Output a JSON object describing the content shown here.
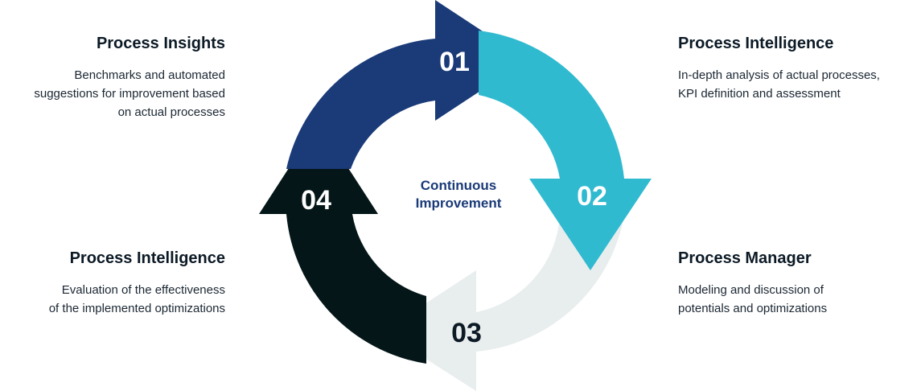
{
  "center": {
    "line1": "Continuous",
    "line2": "Improvement"
  },
  "steps": [
    {
      "number": "01",
      "color": "#1a3a78"
    },
    {
      "number": "02",
      "color": "#30bad0"
    },
    {
      "number": "03",
      "color": "#e8edee"
    },
    {
      "number": "04",
      "color": "#041618"
    }
  ],
  "number_colors": {
    "light": "#ffffff",
    "dark": "#0c1a26"
  },
  "center_text_color": "#1a3a78",
  "blocks": {
    "top_left": {
      "title": "Process Insights",
      "lines": [
        "Benchmarks and automated",
        "suggestions for improvement based",
        "on actual processes"
      ]
    },
    "top_right": {
      "title": "Process Intelligence",
      "lines": [
        "In-depth analysis of actual processes,",
        "KPI definition and assessment"
      ]
    },
    "bottom_left": {
      "title": "Process Intelligence",
      "lines": [
        "Evaluation of the effectiveness",
        "of the implemented optimizations"
      ]
    },
    "bottom_right": {
      "title": "Process Manager",
      "lines": [
        "Modeling and discussion of",
        "potentials and optimizations"
      ]
    }
  }
}
